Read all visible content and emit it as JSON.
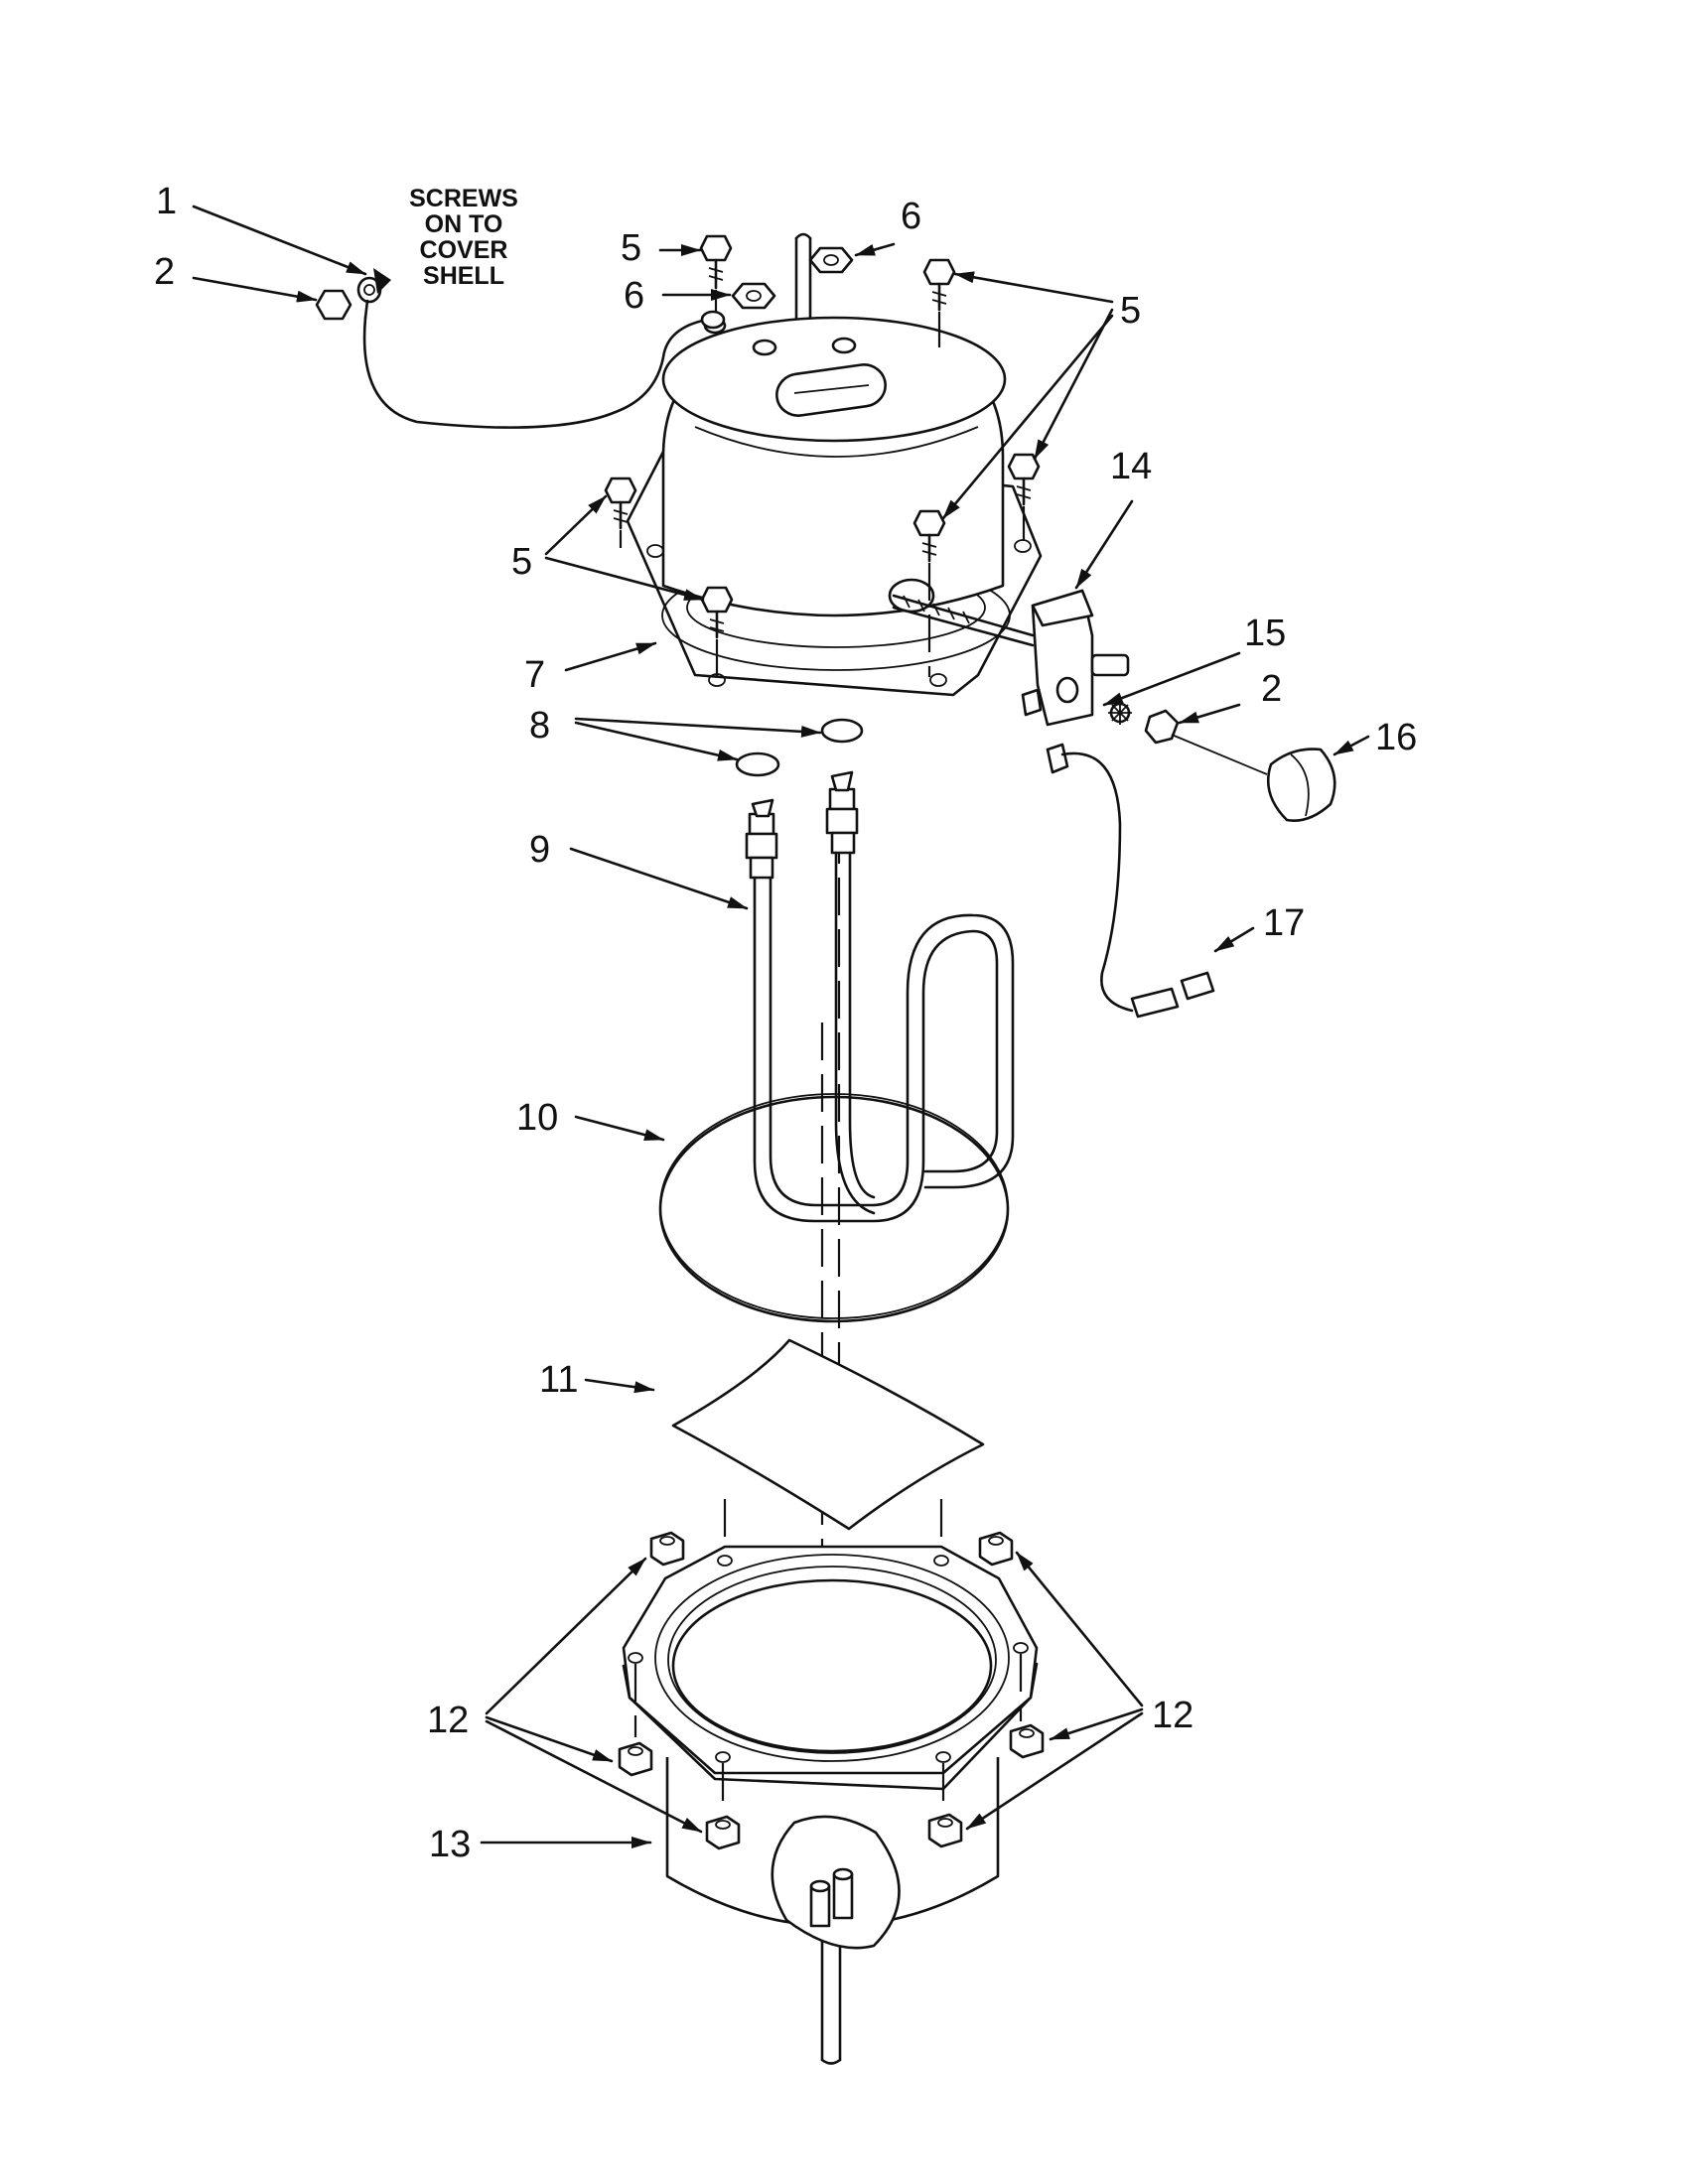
{
  "note": {
    "lines": [
      "SCREWS",
      "ON TO",
      "COVER",
      "SHELL"
    ]
  },
  "labels": {
    "l1": "1",
    "l2a": "2",
    "l2b": "2",
    "l5a": "5",
    "l5b": "5",
    "l5c": "5",
    "l6a": "6",
    "l6b": "6",
    "l7": "7",
    "l8": "8",
    "l9": "9",
    "l10": "10",
    "l11": "11",
    "l12a": "12",
    "l12b": "12",
    "l13": "13",
    "l14": "14",
    "l15": "15",
    "l16": "16",
    "l17": "17"
  }
}
